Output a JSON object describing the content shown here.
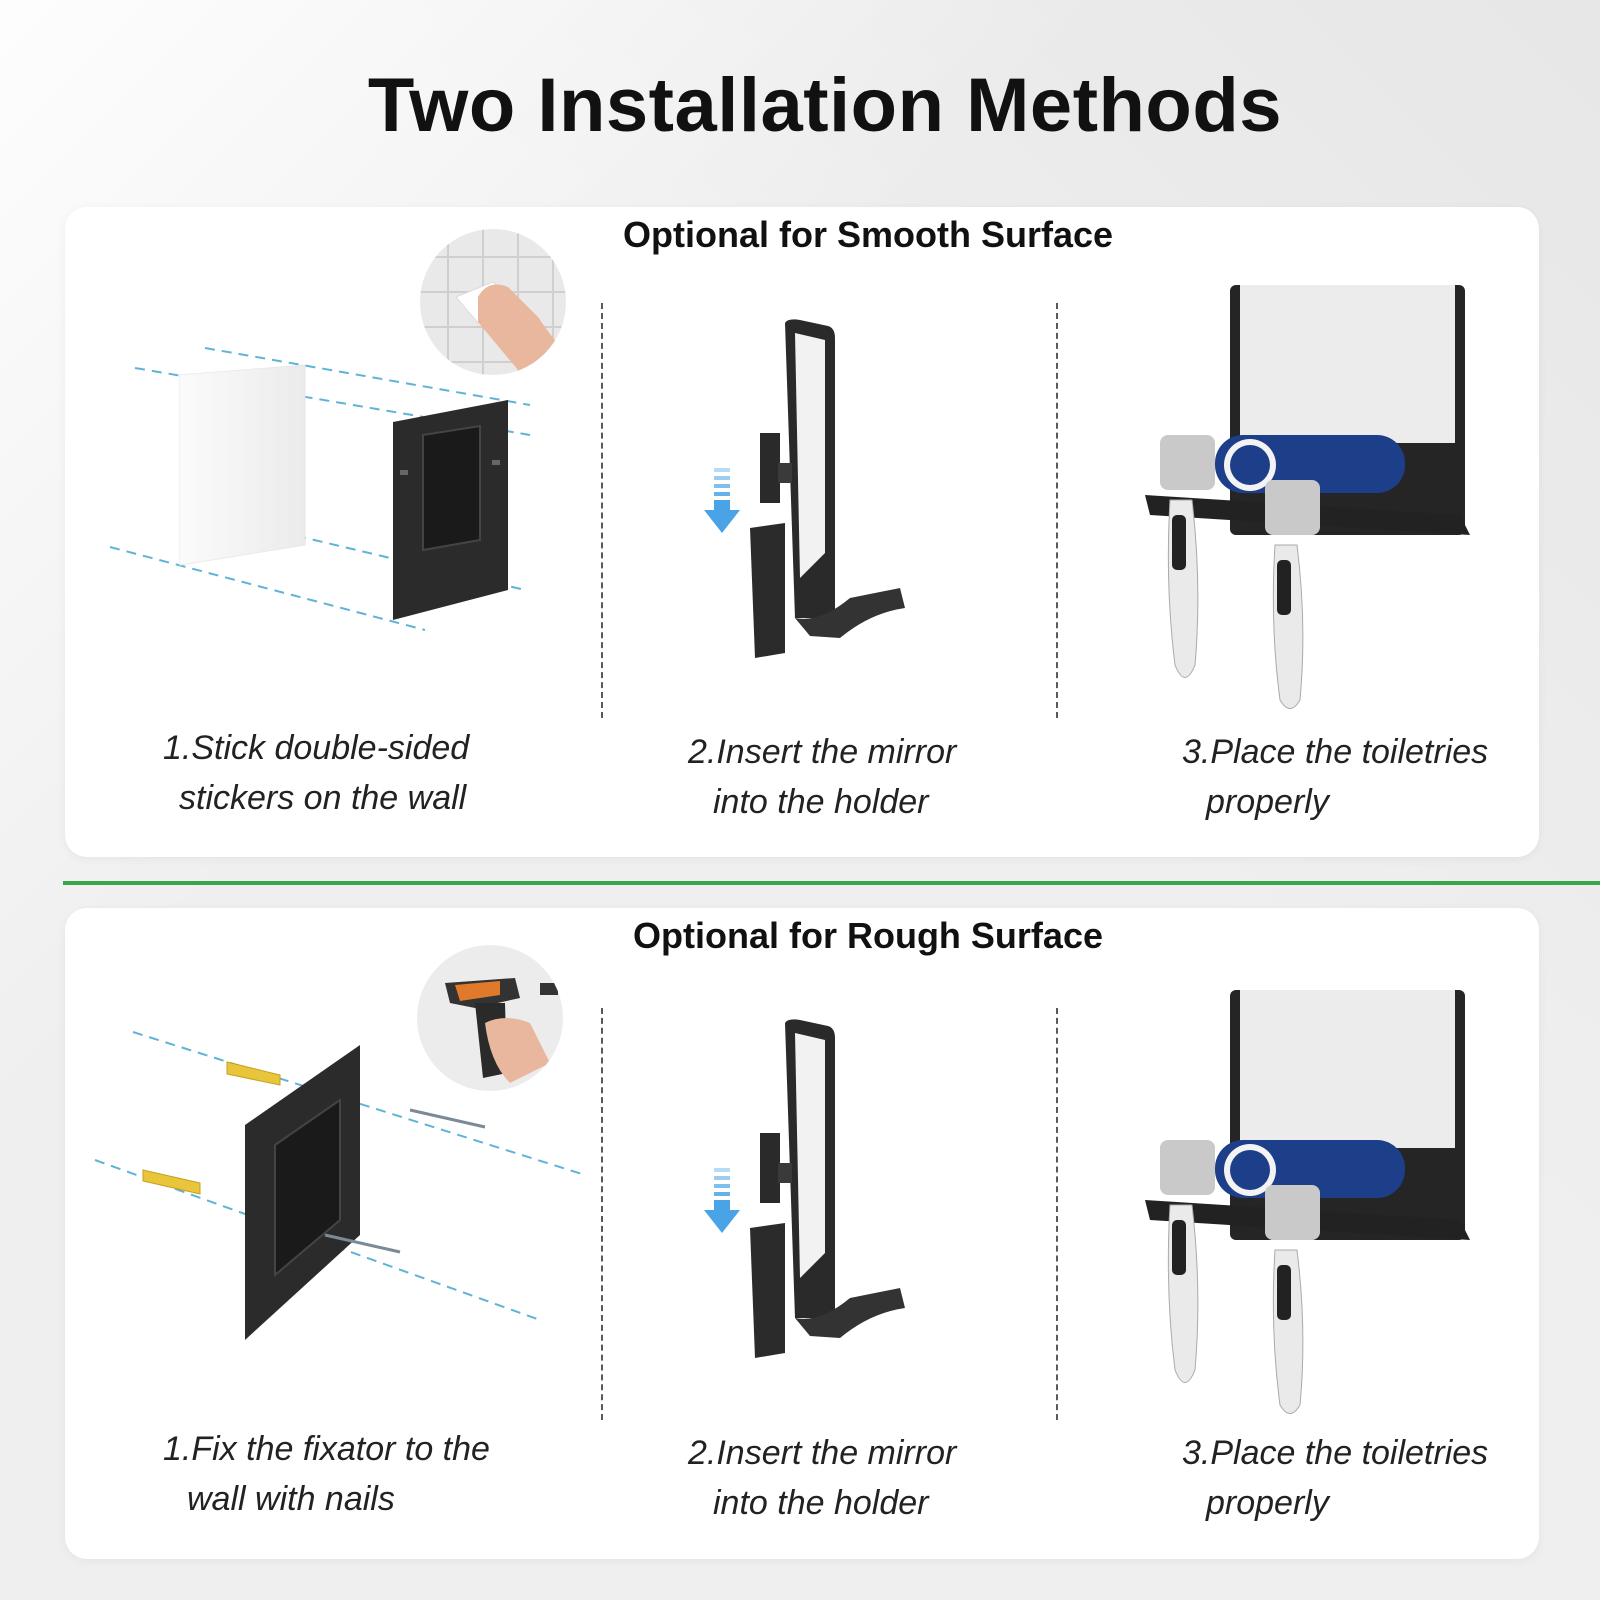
{
  "title": "Two Installation Methods",
  "sections": [
    {
      "heading": "Optional for Smooth Surface",
      "steps": [
        {
          "line1": "1.Stick double-sided",
          "line2": "stickers on the wall"
        },
        {
          "line1": "2.Insert the mirror",
          "line2": "into the holder"
        },
        {
          "line1": "3.Place the toiletries",
          "line2": "properly"
        }
      ]
    },
    {
      "heading": "Optional for Rough Surface",
      "steps": [
        {
          "line1": "1.Fix the fixator to the",
          "line2": "wall with nails"
        },
        {
          "line1": "2.Insert the mirror",
          "line2": "into the holder"
        },
        {
          "line1": "3.Place the toiletries",
          "line2": "properly"
        }
      ]
    }
  ],
  "colors": {
    "divider": "#3aa54a",
    "arrow": "#4aa3e6",
    "guide_lines": "#5fb3d9"
  },
  "icons": [
    "wipe-wall-photo-icon",
    "drill-photo-icon",
    "adhesive-sticker-icon",
    "mount-plate-icon",
    "mirror-holder-icon",
    "razor-shelf-icon",
    "wall-anchor-icon",
    "screw-icon",
    "arrow-down-icon"
  ]
}
